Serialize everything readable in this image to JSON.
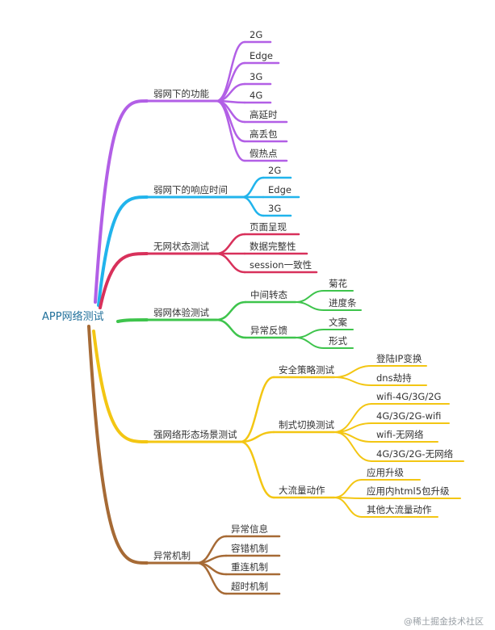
{
  "root": {
    "label": "APP网络测试"
  },
  "watermark": "@稀土掘金技术社区",
  "colors": {
    "purple": "#b25fe6",
    "blue": "#21b4ec",
    "crimson": "#d8315b",
    "green": "#3ec44c",
    "yellow": "#f3c613",
    "brown": "#a66a35"
  },
  "branches": [
    {
      "label": "弱网下的功能",
      "color": "#b25fe6",
      "children": [
        {
          "label": "2G"
        },
        {
          "label": "Edge"
        },
        {
          "label": "3G"
        },
        {
          "label": "4G"
        },
        {
          "label": "高延时"
        },
        {
          "label": "高丢包"
        },
        {
          "label": "假热点"
        }
      ]
    },
    {
      "label": "弱网下的响应时间",
      "color": "#21b4ec",
      "children": [
        {
          "label": "2G"
        },
        {
          "label": "Edge"
        },
        {
          "label": "3G"
        }
      ]
    },
    {
      "label": "无网状态测试",
      "color": "#d8315b",
      "children": [
        {
          "label": "页面呈现"
        },
        {
          "label": "数据完整性"
        },
        {
          "label": "session一致性"
        }
      ]
    },
    {
      "label": "弱网体验测试",
      "color": "#3ec44c",
      "children": [
        {
          "label": "中间转态",
          "children": [
            {
              "label": "菊花"
            },
            {
              "label": "进度条"
            }
          ]
        },
        {
          "label": "异常反馈",
          "children": [
            {
              "label": "文案"
            },
            {
              "label": "形式"
            }
          ]
        }
      ]
    },
    {
      "label": "强网络形态场景测试",
      "color": "#f3c613",
      "children": [
        {
          "label": "安全策略测试",
          "children": [
            {
              "label": "登陆IP变换"
            },
            {
              "label": "dns劫持"
            }
          ]
        },
        {
          "label": "制式切换测试",
          "children": [
            {
              "label": "wifi-4G/3G/2G"
            },
            {
              "label": "4G/3G/2G-wifi"
            },
            {
              "label": "wifi-无网络"
            },
            {
              "label": "4G/3G/2G-无网络"
            }
          ]
        },
        {
          "label": "大流量动作",
          "children": [
            {
              "label": "应用升级"
            },
            {
              "label": "应用内html5包升级"
            },
            {
              "label": "其他大流量动作"
            }
          ]
        }
      ]
    },
    {
      "label": "异常机制",
      "color": "#a66a35",
      "children": [
        {
          "label": "异常信息"
        },
        {
          "label": "容错机制"
        },
        {
          "label": "重连机制"
        },
        {
          "label": "超时机制"
        }
      ]
    }
  ]
}
